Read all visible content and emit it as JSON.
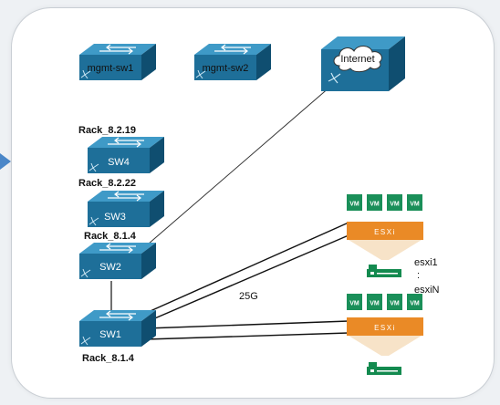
{
  "colors": {
    "switch_light": "#3f9ac7",
    "switch_mid": "#1e6f99",
    "switch_dark": "#0f4e70",
    "vm": "#1a8f59",
    "esxi": "#ea8a26",
    "esxi_light": "#f5c58a",
    "host": "#138a4f",
    "cloud": "#ffffff",
    "line": "#111111",
    "internet_line": "#333333"
  },
  "switches": {
    "mgmt1": {
      "label": "mgmt-sw1",
      "icon": "switch-icon"
    },
    "mgmt2": {
      "label": "mgmt-sw2",
      "icon": "switch-icon"
    },
    "sw4": {
      "label": "SW4",
      "icon": "switch-icon"
    },
    "sw3": {
      "label": "SW3",
      "icon": "switch-icon"
    },
    "sw2": {
      "label": "SW2",
      "icon": "switch-icon"
    },
    "sw1": {
      "label": "SW1",
      "icon": "switch-icon"
    }
  },
  "firewall": {
    "icon": "firewall-icon",
    "cloud_label": "Internet"
  },
  "rack_labels": {
    "rack_8_2_19": "Rack_8.2.19",
    "rack_8_2_22": "Rack_8.2.22",
    "rack_8_1_4_top": "Rack_8.1.4",
    "rack_8_1_4_bottom": "Rack_8.1.4"
  },
  "link_label": "25G",
  "hosts": {
    "vm_label": "VM",
    "esxi_label": "ESXi",
    "top_name": "esxi1",
    "ellipsis": ":",
    "bottom_name": "esxiN"
  }
}
